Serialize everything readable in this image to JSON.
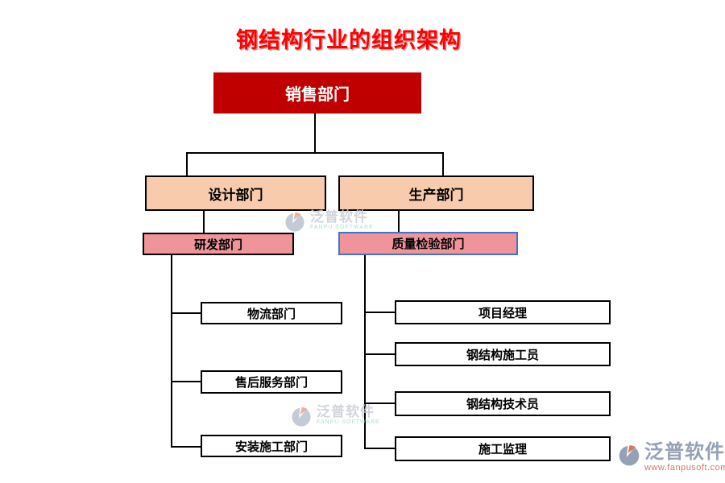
{
  "title": "钢结构行业的组织架构",
  "org": {
    "root": {
      "label": "销售部门"
    },
    "level2": [
      {
        "label": "设计部门"
      },
      {
        "label": "生产部门"
      }
    ],
    "level3": [
      {
        "label": "研发部门"
      },
      {
        "label": "质量检验部门"
      }
    ],
    "design_children": [
      "物流部门",
      "售后服务部门",
      "安装施工部门"
    ],
    "production_children": [
      "项目经理",
      "钢结构施工员",
      "钢结构技术员",
      "施工监理"
    ]
  },
  "watermark": {
    "brand": "泛普软件",
    "brand_en": "FANPU SOFTWARE",
    "url": "www.fanpusoft.com"
  },
  "colors": {
    "title_red": "#ff0000",
    "root_fill": "#c00000",
    "level2_fill": "#f8cbad",
    "level3_fill": "#f0949b",
    "quality_border_blue": "#4472c4",
    "connector": "#000000",
    "brand_gray": "#96a1b6",
    "brand_url_red": "#c97b6c"
  }
}
